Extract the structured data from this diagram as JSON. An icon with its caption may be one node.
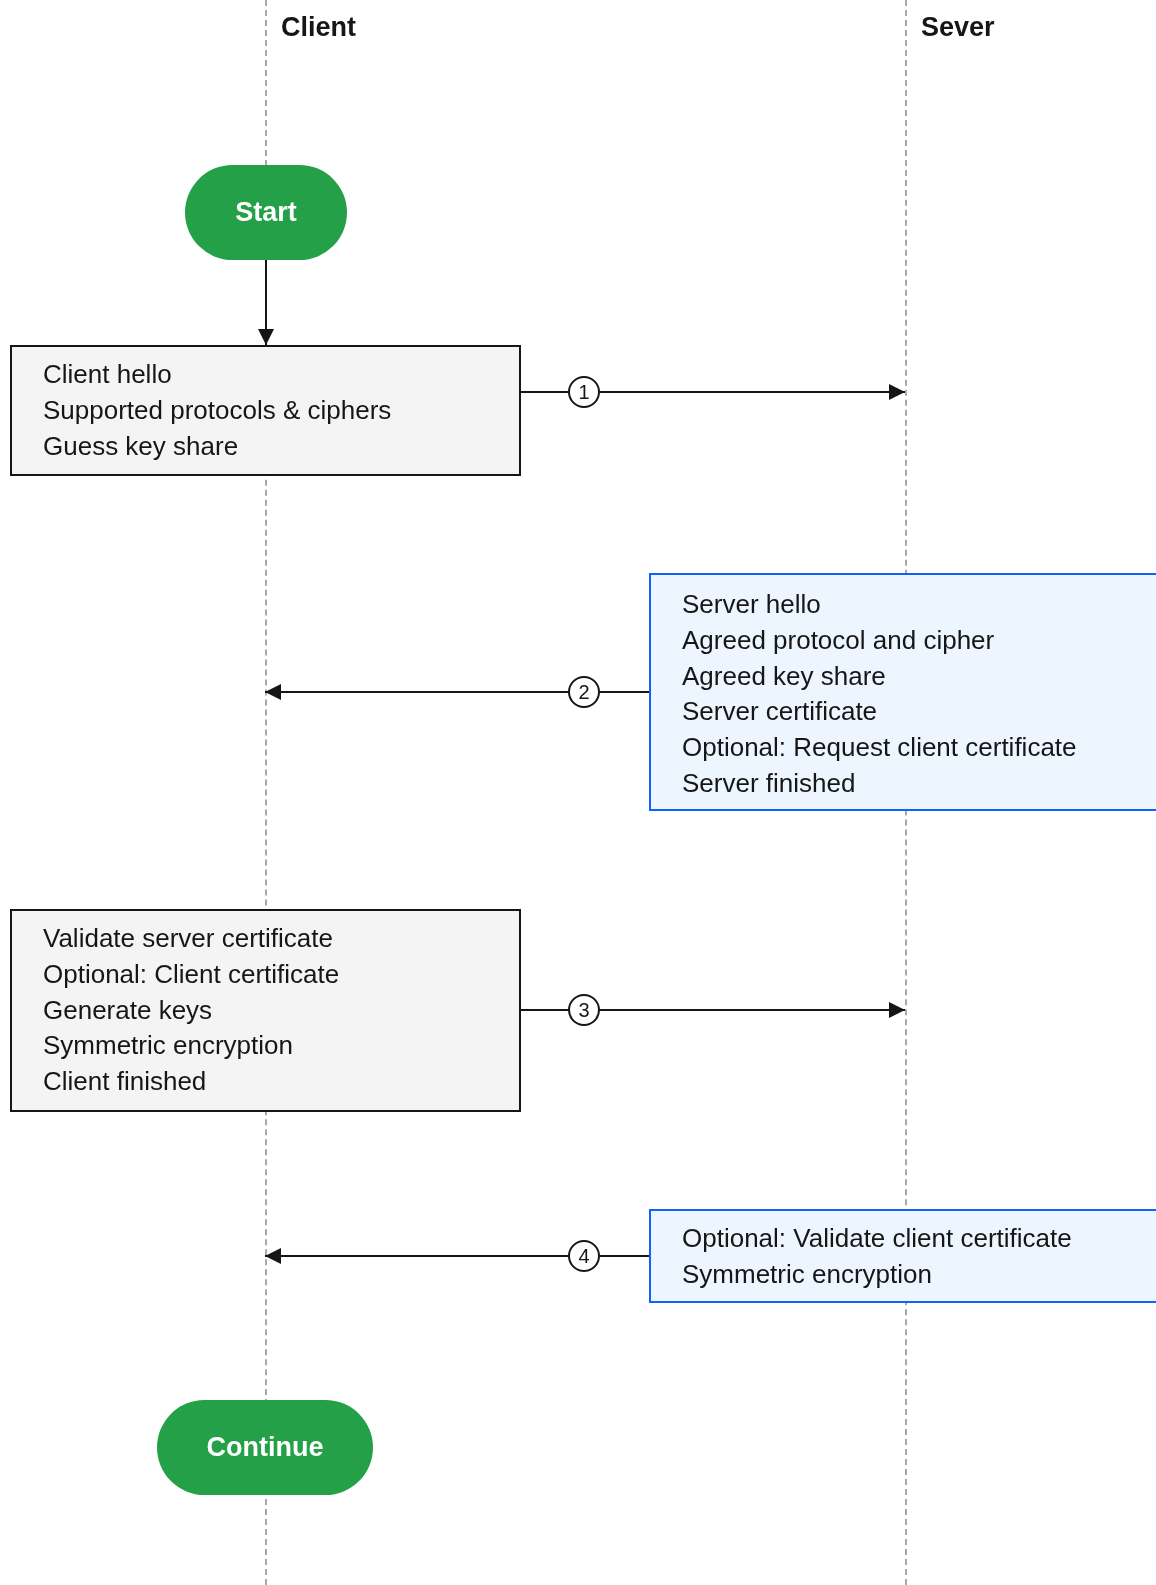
{
  "diagram": {
    "nodes": [
      {
        "text": [
          "Client"
        ]
      },
      {
        "text": [
          "Sever"
        ]
      },
      {
        "text": [
          "Start"
        ]
      },
      {
        "text": [
          "Client hello",
          "Supported protocols & ciphers",
          "Guess key share"
        ]
      },
      {
        "text": [
          "Server hello",
          "Agreed protocol and cipher",
          "Agreed key share",
          "Server certificate",
          "Optional: Request client certificate",
          "Server finished"
        ]
      },
      {
        "text": [
          "Validate server certificate",
          "Optional: Client certificate",
          "Generate keys",
          "Symmetric encryption",
          "Client finished"
        ]
      },
      {
        "text": [
          "Optional: Validate client certificate",
          "Symmetric encryption"
        ]
      },
      {
        "text": [
          "Continue"
        ]
      }
    ],
    "edges": [
      {
        "from": 2,
        "to": 3,
        "arrow": "to"
      },
      {
        "from": 3,
        "to": 1,
        "arrow": "to",
        "label": "1"
      },
      {
        "from": 4,
        "to": 0,
        "arrow": "to",
        "label": "2"
      },
      {
        "from": 5,
        "to": 1,
        "arrow": "to",
        "label": "3"
      },
      {
        "from": 6,
        "to": 0,
        "arrow": "to",
        "label": "4"
      }
    ]
  }
}
